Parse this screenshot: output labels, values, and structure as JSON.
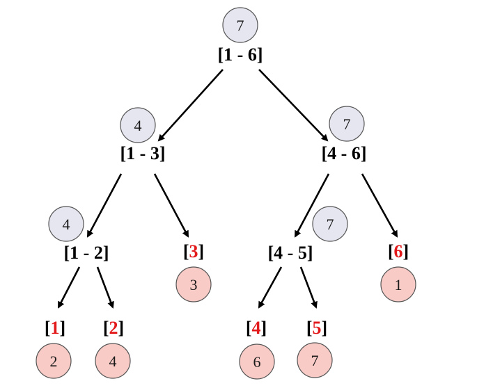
{
  "colors": {
    "internal_node_fill": "#e6e6f0",
    "leaf_node_fill": "#f8cbc6",
    "node_stroke": "#555555",
    "highlight_text": "#e31a1c",
    "edge_color": "#000000"
  },
  "nodes": {
    "root": {
      "value": "7",
      "range": {
        "open": "[",
        "start": "1",
        "sep": " - ",
        "end": "6",
        "close": "]"
      }
    },
    "n13": {
      "value": "4",
      "range": {
        "open": "[",
        "start": "1",
        "sep": " - ",
        "end": "3",
        "close": "]"
      }
    },
    "n46": {
      "value": "7",
      "range": {
        "open": "[",
        "start": "4",
        "sep": " - ",
        "end": "6",
        "close": "]"
      }
    },
    "n12": {
      "value": "4",
      "range": {
        "open": "[",
        "start": "1",
        "sep": " - ",
        "end": "2",
        "close": "]"
      }
    },
    "n45": {
      "value": "7",
      "range": {
        "open": "[",
        "start": "4",
        "sep": " - ",
        "end": "5",
        "close": "]"
      }
    },
    "leaf1": {
      "value": "2",
      "range": {
        "open": "[",
        "index": "1",
        "close": "]"
      }
    },
    "leaf2": {
      "value": "4",
      "range": {
        "open": "[",
        "index": "2",
        "close": "]"
      }
    },
    "leaf3": {
      "value": "3",
      "range": {
        "open": "[",
        "index": "3",
        "close": "]"
      }
    },
    "leaf4": {
      "value": "6",
      "range": {
        "open": "[",
        "index": "4",
        "close": "]"
      }
    },
    "leaf5": {
      "value": "7",
      "range": {
        "open": "[",
        "index": "5",
        "close": "]"
      }
    },
    "leaf6": {
      "value": "1",
      "range": {
        "open": "[",
        "index": "6",
        "close": "]"
      }
    }
  }
}
